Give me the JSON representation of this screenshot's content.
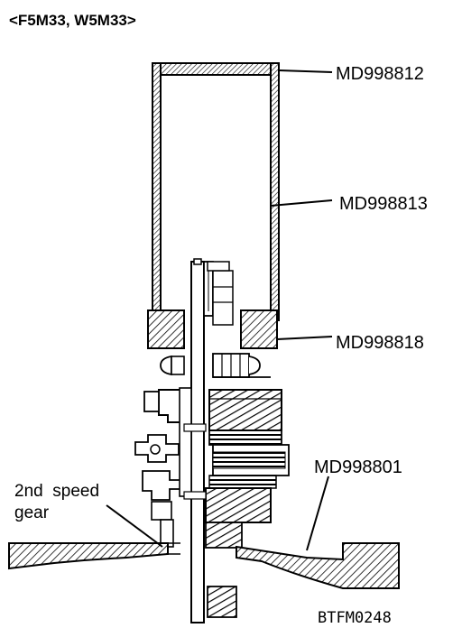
{
  "header": {
    "title": "<F5M33, W5M33>"
  },
  "callouts": {
    "tool_top": "MD998812",
    "tool_side": "MD998813",
    "tool_base": "MD998818",
    "tool_plate": "MD998801",
    "part_line1": "2nd  speed",
    "part_line2": "gear"
  },
  "figure_code": "BTFM0248"
}
